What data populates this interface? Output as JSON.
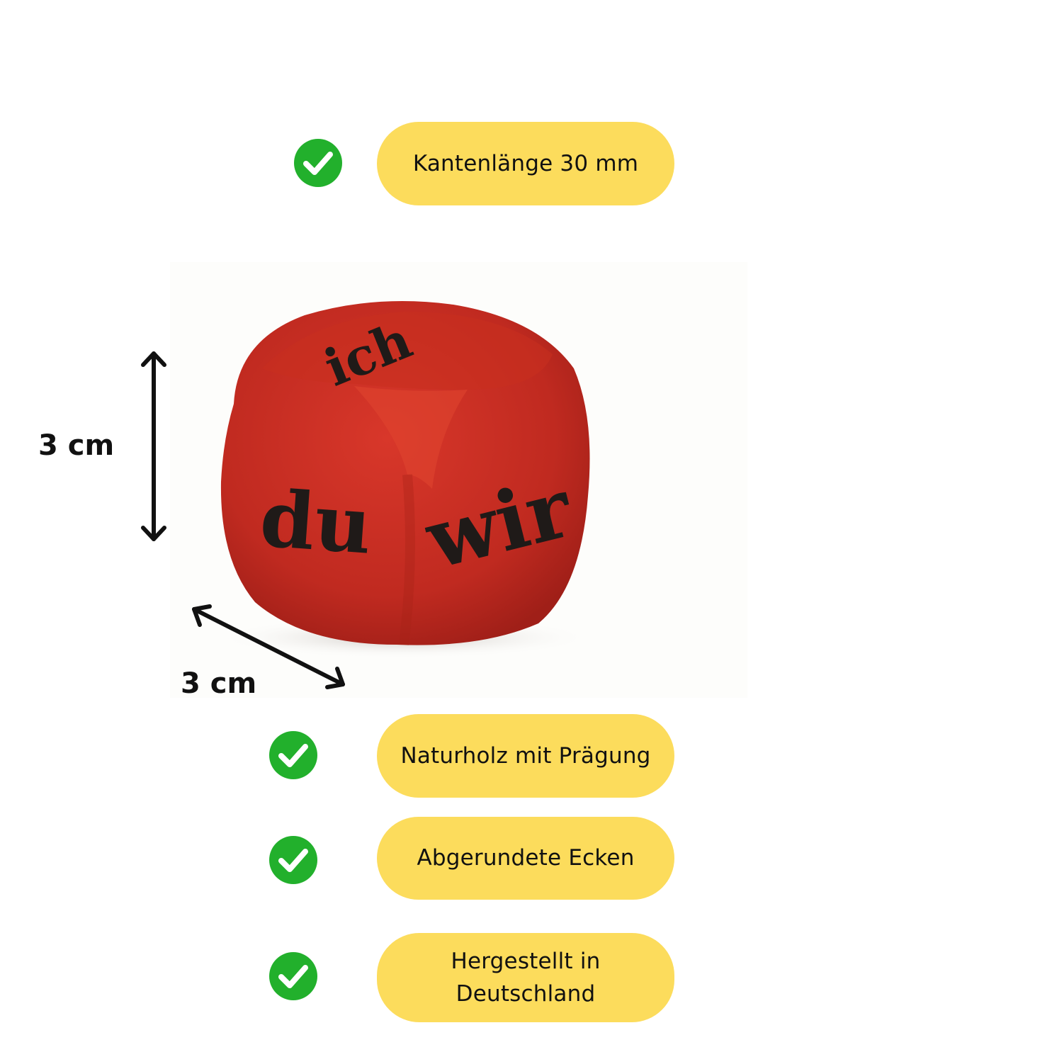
{
  "features": [
    {
      "label": "Kantenlänge 30 mm",
      "icon": "check-circle-icon"
    },
    {
      "label": "Naturholz mit Prägung",
      "icon": "check-circle-icon"
    },
    {
      "label": "Abgerundete Ecken",
      "icon": "check-circle-icon"
    },
    {
      "label": "Hergestellt in Deutschland",
      "icon": "check-circle-icon"
    }
  ],
  "dimensions": {
    "height_label": "3 cm",
    "depth_label": "3 cm"
  },
  "product": {
    "faces": {
      "top": "ich",
      "left": "du",
      "right": "wir"
    },
    "colors": {
      "die": "#c62c22",
      "pill": "#fcdc5c",
      "check": "#22b02c",
      "text": "#111111"
    }
  }
}
